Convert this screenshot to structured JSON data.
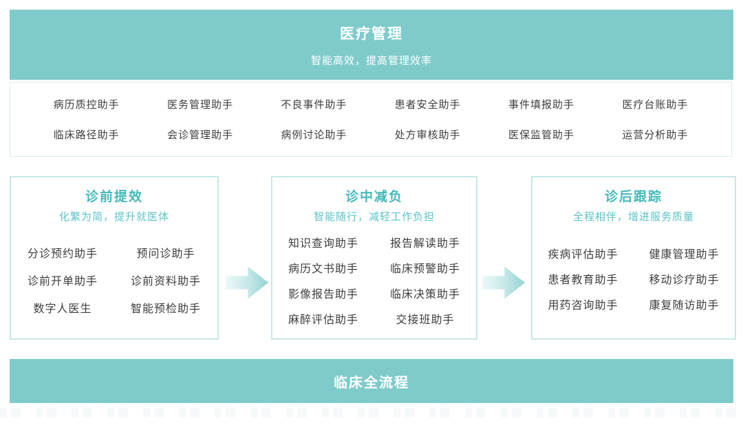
{
  "colors": {
    "banner_teal": "#7fcbcb",
    "card_border": "#c9e6e7",
    "stage_title_teal": "#45b8ba",
    "stage_subtitle_teal": "#5cc3c5",
    "item_text": "#3d3d3d",
    "arrow_gradient_start": "#eef8f8",
    "arrow_gradient_end": "#94d3d4"
  },
  "header": {
    "title": "医疗管理",
    "subtitle": "智能高效，提高管理效率"
  },
  "management": {
    "rows": [
      [
        "病历质控助手",
        "医务管理助手",
        "不良事件助手",
        "患者安全助手",
        "事件填报助手",
        "医疗台账助手"
      ],
      [
        "临床路径助手",
        "会诊管理助手",
        "病例讨论助手",
        "处方审核助手",
        "医保监管助手",
        "运营分析助手"
      ]
    ]
  },
  "stages": [
    {
      "title": "诊前提效",
      "subtitle": "化繁为简，提升就医体",
      "items": [
        [
          "分诊预约助手",
          "预问诊助手"
        ],
        [
          "诊前开单助手",
          "诊前资料助手"
        ],
        [
          "数字人医生",
          "智能预检助手"
        ]
      ]
    },
    {
      "title": "诊中减负",
      "subtitle": "智能随行，减轻工作负担",
      "items": [
        [
          "知识查询助手",
          "报告解读助手"
        ],
        [
          "病历文书助手",
          "临床预警助手"
        ],
        [
          "影像报告助手",
          "临床决策助手"
        ],
        [
          "麻醉评估助手",
          "交接班助手"
        ]
      ]
    },
    {
      "title": "诊后跟踪",
      "subtitle": "全程相伴，增进服务质量",
      "items": [
        [
          "疾病评估助手",
          "健康管理助手"
        ],
        [
          "患者教育助手",
          "移动诊疗助手"
        ],
        [
          "用药咨询助手",
          "康复随访助手"
        ]
      ]
    }
  ],
  "footer": {
    "title": "临床全流程"
  },
  "icons": {
    "flow_arrow": "arrow-right-icon"
  }
}
